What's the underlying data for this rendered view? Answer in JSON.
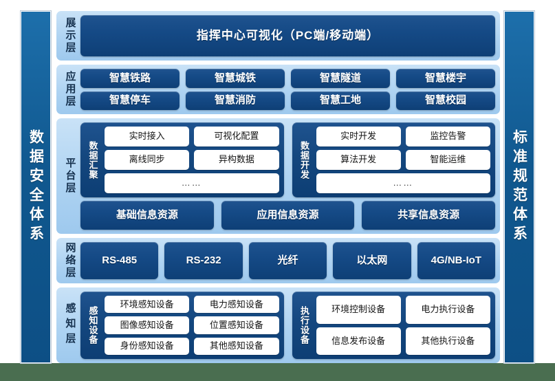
{
  "theme": {
    "page_background": "#4a6e50",
    "canvas_background": "#ffffff",
    "layer_band": "#aed3f2",
    "chip_blue": "#154a86",
    "pillar_blue": "#10588f",
    "white_box": "#ffffff"
  },
  "pillars": {
    "left": {
      "label": "数据安全体系"
    },
    "right": {
      "label": "标准规范体系"
    }
  },
  "layers": {
    "display": {
      "label": "展示层",
      "banner": "指挥中心可视化（PC端/移动端）"
    },
    "application": {
      "label": "应用层",
      "rows": [
        [
          "智慧铁路",
          "智慧城铁",
          "智慧隧道",
          "智慧楼宇"
        ],
        [
          "智慧停车",
          "智慧消防",
          "智慧工地",
          "智慧校园"
        ]
      ]
    },
    "platform": {
      "label": "平台层",
      "groups": [
        {
          "label": "数据汇聚",
          "rows": [
            [
              "实时接入",
              "可视化配置"
            ],
            [
              "离线同步",
              "异构数据"
            ],
            [
              "……"
            ]
          ]
        },
        {
          "label": "数据开发",
          "rows": [
            [
              "实时开发",
              "监控告警"
            ],
            [
              "算法开发",
              "智能运维"
            ],
            [
              "……"
            ]
          ]
        }
      ],
      "resources": [
        "基础信息资源",
        "应用信息资源",
        "共享信息资源"
      ]
    },
    "network": {
      "label": "网络层",
      "items": [
        "RS-485",
        "RS-232",
        "光纤",
        "以太网",
        "4G/NB-IoT"
      ]
    },
    "sensing": {
      "label": "感知层",
      "groups": [
        {
          "label": "感知设备",
          "rows": [
            [
              "环境感知设备",
              "电力感知设备"
            ],
            [
              "图像感知设备",
              "位置感知设备"
            ],
            [
              "身份感知设备",
              "其他感知设备"
            ]
          ]
        },
        {
          "label": "执行设备",
          "rows": [
            [
              "环境控制设备",
              "电力执行设备"
            ],
            [
              "信息发布设备",
              "其他执行设备"
            ]
          ]
        }
      ]
    }
  }
}
